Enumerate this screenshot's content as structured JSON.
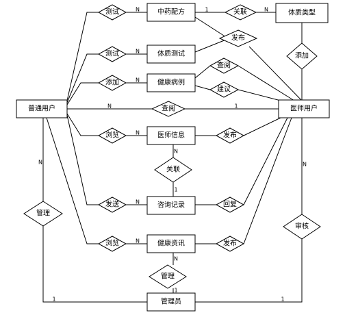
{
  "entities": {
    "putong_yonghu": "普通用户",
    "yishi_yonghu": "医师用户",
    "guanliyuan": "管理员",
    "zhongyao_peifang": "中药配方",
    "tizhi_leixing": "体质类型",
    "tizhi_ceshi": "体质测试",
    "jiankang_bingli": "健康病例",
    "yishi_xinxi": "医师信息",
    "zixun_jilu": "咨询记录",
    "jiankang_zixun": "健康资讯"
  },
  "relations": {
    "ceshi_1": "测试",
    "ceshi_2": "测试",
    "tianjia_1": "添加",
    "liulan_1": "浏览",
    "fasong": "发送",
    "liulan_2": "浏览",
    "guanli_1": "管理",
    "guanlian_1": "关联",
    "guanlian_2": "关联",
    "fabu_1": "发布",
    "tianjia_2": "添加",
    "chayue_1": "查阅",
    "jianyi": "建议",
    "chayue_2": "查阅",
    "fabu_2": "发布",
    "huifu": "回复",
    "fabu_3": "发布",
    "shenhe": "审核",
    "guanli_2": "管理"
  },
  "cardinalities": {
    "one": "1",
    "n": "N"
  }
}
